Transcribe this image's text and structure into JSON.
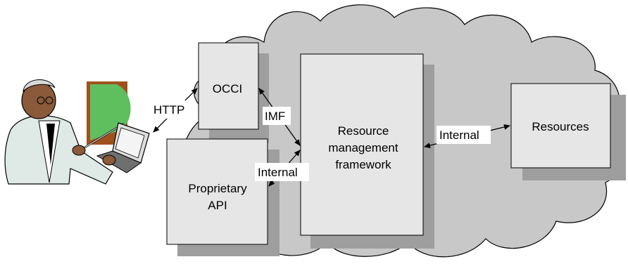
{
  "diagram": {
    "boxes": {
      "occci": "OCCI",
      "rmf_line1": "Resource",
      "rmf_line2": "management",
      "rmf_line3": "framework",
      "proprietary_line1": "Proprietary",
      "proprietary_line2": "API",
      "resources": "Resources"
    },
    "edge_labels": {
      "http": "HTTP",
      "imf": "IMF",
      "internal_left": "Internal",
      "internal_right": "Internal"
    },
    "colors": {
      "cloud_fill": "#c8c8c8",
      "box_fill": "#e6e6e6",
      "shadow": "#9e9e9e",
      "board_green": "#5fbf5f"
    }
  }
}
